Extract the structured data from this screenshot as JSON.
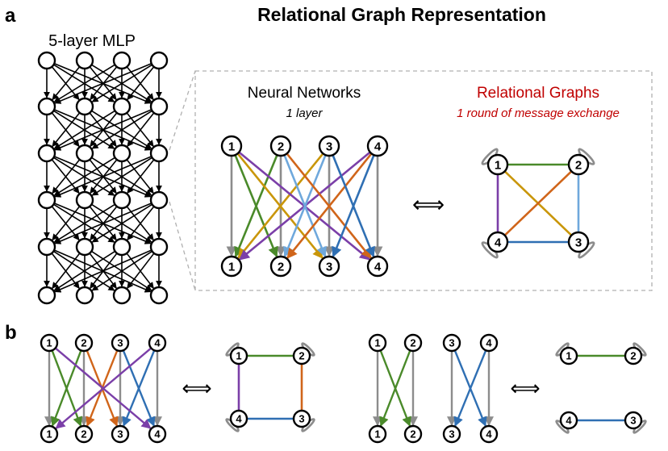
{
  "panel_a": {
    "letter": "a",
    "title": "Relational Graph Representation",
    "mlp_label": "5-layer MLP",
    "nn_title": "Neural Networks",
    "nn_subtitle": "1 layer",
    "rg_title": "Relational Graphs",
    "rg_subtitle": "1 round of message exchange",
    "equiv": "⟺"
  },
  "panel_b": {
    "letter": "b",
    "equiv": "⟺"
  },
  "node_labels": [
    "1",
    "2",
    "3",
    "4"
  ],
  "colors": {
    "self": "#8c8c8c",
    "e12": "#4a8a2a",
    "e14": "#7b3fa8",
    "e13": "#c9960a",
    "e23": "#6fa8dc",
    "e24": "#d0651a",
    "e34": "#2f6fb3",
    "dashed_box": "#b0b0b0",
    "red_title": "#c00000"
  },
  "graphs": {
    "full": {
      "edges": [
        [
          "1",
          "2",
          "e12"
        ],
        [
          "1",
          "3",
          "e13"
        ],
        [
          "1",
          "4",
          "e14"
        ],
        [
          "2",
          "3",
          "e23"
        ],
        [
          "2",
          "4",
          "e24"
        ],
        [
          "3",
          "4",
          "e34"
        ]
      ]
    },
    "ring": {
      "edges": [
        [
          "1",
          "2",
          "e12"
        ],
        [
          "2",
          "3",
          "e24"
        ],
        [
          "3",
          "4",
          "e34"
        ],
        [
          "4",
          "1",
          "e14"
        ]
      ]
    },
    "pairs": {
      "edges": [
        [
          "1",
          "2",
          "e12"
        ],
        [
          "3",
          "4",
          "e34"
        ]
      ]
    }
  }
}
